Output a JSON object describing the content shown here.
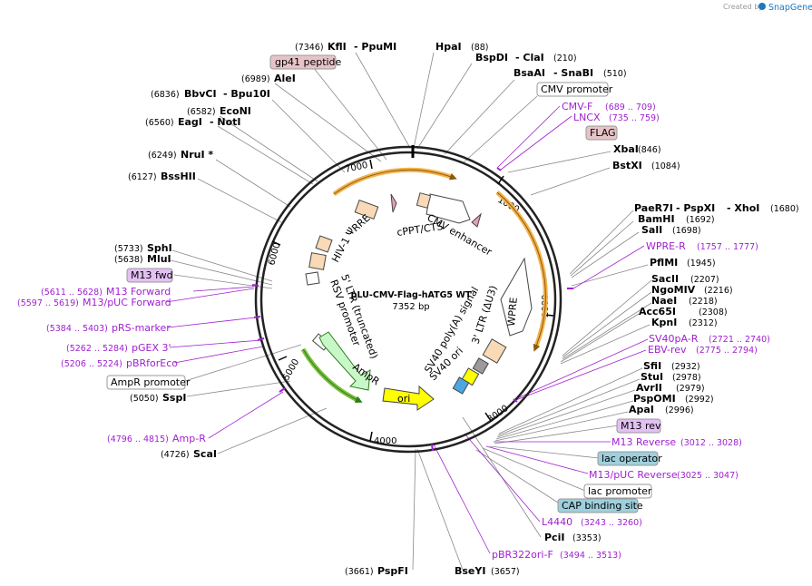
{
  "watermark": {
    "prefix": "Created by",
    "brand": "SnapGene"
  },
  "plasmid": {
    "name": "pLU-CMV-Flag-hATG5 WT",
    "size": "7352 bp"
  },
  "ticks": [
    "1000",
    "2000",
    "3000",
    "4000",
    "5000",
    "6000",
    "7000"
  ],
  "sites": [
    {
      "id": "kfli",
      "pos": "(7346)",
      "label": "KflI",
      "extra": "- PpuMI"
    },
    {
      "id": "hpai",
      "label": "HpaI",
      "pos": "(88)"
    },
    {
      "id": "bspdi",
      "label": "BspDI",
      "extra": "- ClaI",
      "pos": "(210)"
    },
    {
      "id": "bsaai",
      "label": "BsaAI",
      "extra": "- SnaBI",
      "pos": "(510)"
    },
    {
      "id": "alei",
      "pos": "(6989)",
      "label": "AleI"
    },
    {
      "id": "bbvci",
      "pos": "(6836)",
      "label": "BbvCI",
      "extra": "- Bpu10I"
    },
    {
      "id": "econi",
      "pos": "(6582)",
      "label": "EcoNI"
    },
    {
      "id": "eagi",
      "pos": "(6560)",
      "label": "EagI",
      "extra": "- NotI"
    },
    {
      "id": "nrui",
      "pos": "(6249)",
      "label": "NruI *"
    },
    {
      "id": "bsshii",
      "pos": "(6127)",
      "label": "BssHII"
    },
    {
      "id": "xbai",
      "label": "XbaI",
      "pos": "(846)"
    },
    {
      "id": "bstxi",
      "label": "BstXI",
      "pos": "(1084)"
    },
    {
      "id": "paer7i",
      "label": "PaeR7I",
      "extra": "- PspXI",
      "extra2": "- XhoI",
      "pos": "(1680)"
    },
    {
      "id": "bamhi",
      "label": "BamHI",
      "pos": "(1692)"
    },
    {
      "id": "sali",
      "label": "SalI",
      "pos": "(1698)"
    },
    {
      "id": "pflmi",
      "label": "PflMI",
      "pos": "(1945)"
    },
    {
      "id": "sacii",
      "label": "SacII",
      "pos": "(2207)"
    },
    {
      "id": "ngomiv",
      "label": "NgoMIV",
      "pos": "(2216)"
    },
    {
      "id": "naei",
      "label": "NaeI",
      "pos": "(2218)"
    },
    {
      "id": "acc65i",
      "label": "Acc65I",
      "pos": "(2308)"
    },
    {
      "id": "kpni",
      "label": "KpnI",
      "pos": "(2312)"
    },
    {
      "id": "sfii",
      "label": "SfiI",
      "pos": "(2932)"
    },
    {
      "id": "stui",
      "label": "StuI",
      "pos": "(2978)"
    },
    {
      "id": "avrii",
      "label": "AvrII",
      "pos": "(2979)"
    },
    {
      "id": "pspomi",
      "label": "PspOMI",
      "pos": "(2992)"
    },
    {
      "id": "apai",
      "label": "ApaI",
      "pos": "(2996)"
    },
    {
      "id": "sphi",
      "pos": "(5733)",
      "label": "SphI"
    },
    {
      "id": "mlui",
      "pos": "(5638)",
      "label": "MluI"
    },
    {
      "id": "sspi",
      "pos": "(5050)",
      "label": "SspI"
    },
    {
      "id": "scai",
      "pos": "(4726)",
      "label": "ScaI"
    },
    {
      "id": "pcii",
      "label": "PciI",
      "pos": "(3353)"
    },
    {
      "id": "pspfi",
      "pos": "(3661)",
      "label": "PspFI"
    },
    {
      "id": "bseyi",
      "label": "BseYI",
      "pos": "(3657)"
    }
  ],
  "primers": [
    {
      "id": "cmvf",
      "label": "CMV-F",
      "pos": "(689 .. 709)"
    },
    {
      "id": "lncx",
      "label": "LNCX",
      "pos": "(735 .. 759)"
    },
    {
      "id": "wprer",
      "label": "WPRE-R",
      "pos": "(1757 .. 1777)"
    },
    {
      "id": "sv40par",
      "label": "SV40pA-R",
      "pos": "(2721 .. 2740)"
    },
    {
      "id": "ebvrev",
      "label": "EBV-rev",
      "pos": "(2775 .. 2794)"
    },
    {
      "id": "m13reverse",
      "label": "M13 Reverse",
      "pos": "(3012 .. 3028)"
    },
    {
      "id": "m13pucrev",
      "label": "M13/pUC Reverse",
      "pos": "(3025 .. 3047)"
    },
    {
      "id": "l4440",
      "label": "L4440",
      "pos": "(3243 .. 3260)"
    },
    {
      "id": "pbr322orif",
      "label": "pBR322ori-F",
      "pos": "(3494 .. 3513)"
    },
    {
      "id": "m13forward",
      "pos": "(5611 .. 5628)",
      "label": "M13 Forward"
    },
    {
      "id": "m13pucfwd",
      "pos": "(5597 .. 5619)",
      "label": "M13/pUC Forward"
    },
    {
      "id": "prsmarker",
      "pos": "(5384 .. 5403)",
      "label": "pRS-marker"
    },
    {
      "id": "pgex3",
      "pos": "(5262 .. 5284)",
      "label": "pGEX 3'"
    },
    {
      "id": "pbrforeco",
      "pos": "(5206 .. 5224)",
      "label": "pBRforEco"
    },
    {
      "id": "ampr_primer",
      "pos": "(4796 .. 4815)",
      "label": "Amp-R"
    }
  ],
  "boxed": [
    {
      "id": "gp41",
      "label": "gp41 peptide",
      "fill": "#e7c3c7"
    },
    {
      "id": "cmvpromoter",
      "label": "CMV promoter",
      "fill": "#ffffff"
    },
    {
      "id": "flag",
      "label": "FLAG",
      "fill": "#e7c3c7"
    },
    {
      "id": "m13fwd",
      "label": "M13 fwd",
      "fill": "#e3c0f3"
    },
    {
      "id": "m13rev",
      "label": "M13 rev",
      "fill": "#e3c0f3"
    },
    {
      "id": "lacoperator",
      "label": "lac operator",
      "fill": "#9fcfdc"
    },
    {
      "id": "lacpromoter",
      "label": "lac promoter",
      "fill": "#ffffff"
    },
    {
      "id": "capsite",
      "label": "CAP binding site",
      "fill": "#9fcfdc"
    },
    {
      "id": "ampr_promoter",
      "label": "AmpR promoter",
      "fill": "#ffffff"
    }
  ],
  "features": {
    "cmv_enhancer": "CMV enhancer",
    "cppt": "cPPT/CTS",
    "rre": "RRE",
    "hiv1psi": "HIV-1 Ψ",
    "ltr5": "5' LTR (truncated)",
    "rsv": "RSV promoter",
    "wpre": "WPRE",
    "ltr3": "3' LTR (ΔU3)",
    "sv40polya": "SV40 poly(A) signal",
    "sv40ori": "SV40 ori",
    "ampr": "AmpR",
    "ori": "ori"
  },
  "colors": {
    "primer": "#a020d0",
    "orf": "#f3b24a",
    "ampr_fill": "#c8f8c8",
    "ori_fill": "#ffff00",
    "misc": "#f9d9b6"
  }
}
